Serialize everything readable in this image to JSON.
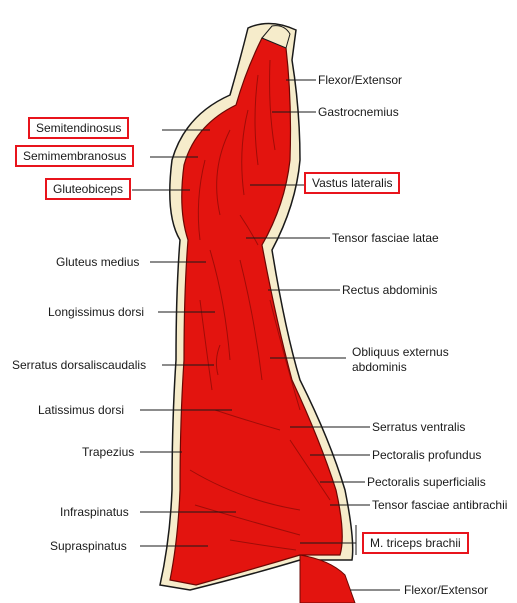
{
  "diagram": {
    "colors": {
      "muscle": "#e3140f",
      "muscle_dark": "#8a0a06",
      "fat": "#f6eccb",
      "outline": "#1a1a1a",
      "highlight_box": "#e8141c"
    },
    "labels": {
      "flexor_extensor_top": "Flexor/Extensor",
      "gastrocnemius": "Gastrocnemius",
      "semitendinosus": "Semitendinosus",
      "semimembranosus": "Semimembranosus",
      "gluteobiceps": "Gluteobiceps",
      "vastus_lateralis": "Vastus lateralis",
      "tensor_fasciae_latae": "Tensor fasciae latae",
      "gluteus_medius": "Gluteus medius",
      "rectus_abdominis": "Rectus abdominis",
      "longissimus_dorsi": "Longissimus dorsi",
      "serratus_dorsaliscaudalis": "Serratus dorsaliscaudalis",
      "obliquus_externus_line1": "Obliquus externus",
      "obliquus_externus_line2": "abdominis",
      "latissimus_dorsi": "Latissimus dorsi",
      "serratus_ventralis": "Serratus ventralis",
      "trapezius": "Trapezius",
      "pectoralis_profundus": "Pectoralis profundus",
      "pectoralis_superficialis": "Pectoralis superficialis",
      "infraspinatus": "Infraspinatus",
      "tensor_fasciae_antibrachii": "Tensor fasciae antibrachii",
      "supraspinatus": "Supraspinatus",
      "triceps_brachii": "M. triceps brachii",
      "flexor_extensor_bottom": "Flexor/Extensor"
    }
  }
}
